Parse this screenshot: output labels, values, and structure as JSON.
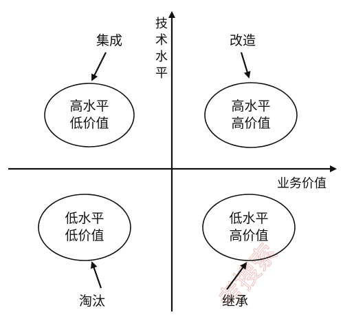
{
  "axes": {
    "y_label": [
      "技",
      "术",
      "水",
      "平"
    ],
    "x_label": "业务价值"
  },
  "quadrants": {
    "top_left": {
      "line1": "高水平",
      "line2": "低价值",
      "strategy": "集成"
    },
    "top_right": {
      "line1": "高水平",
      "line2": "高价值",
      "strategy": "改造"
    },
    "bottom_left": {
      "line1": "低水平",
      "line2": "低价值",
      "strategy": "淘汰"
    },
    "bottom_right": {
      "line1": "低水平",
      "line2": "高价值",
      "strategy": "继承"
    }
  },
  "watermark": "考搜索",
  "colors": {
    "line": "#111111",
    "watermark": "#f2b8b8"
  }
}
